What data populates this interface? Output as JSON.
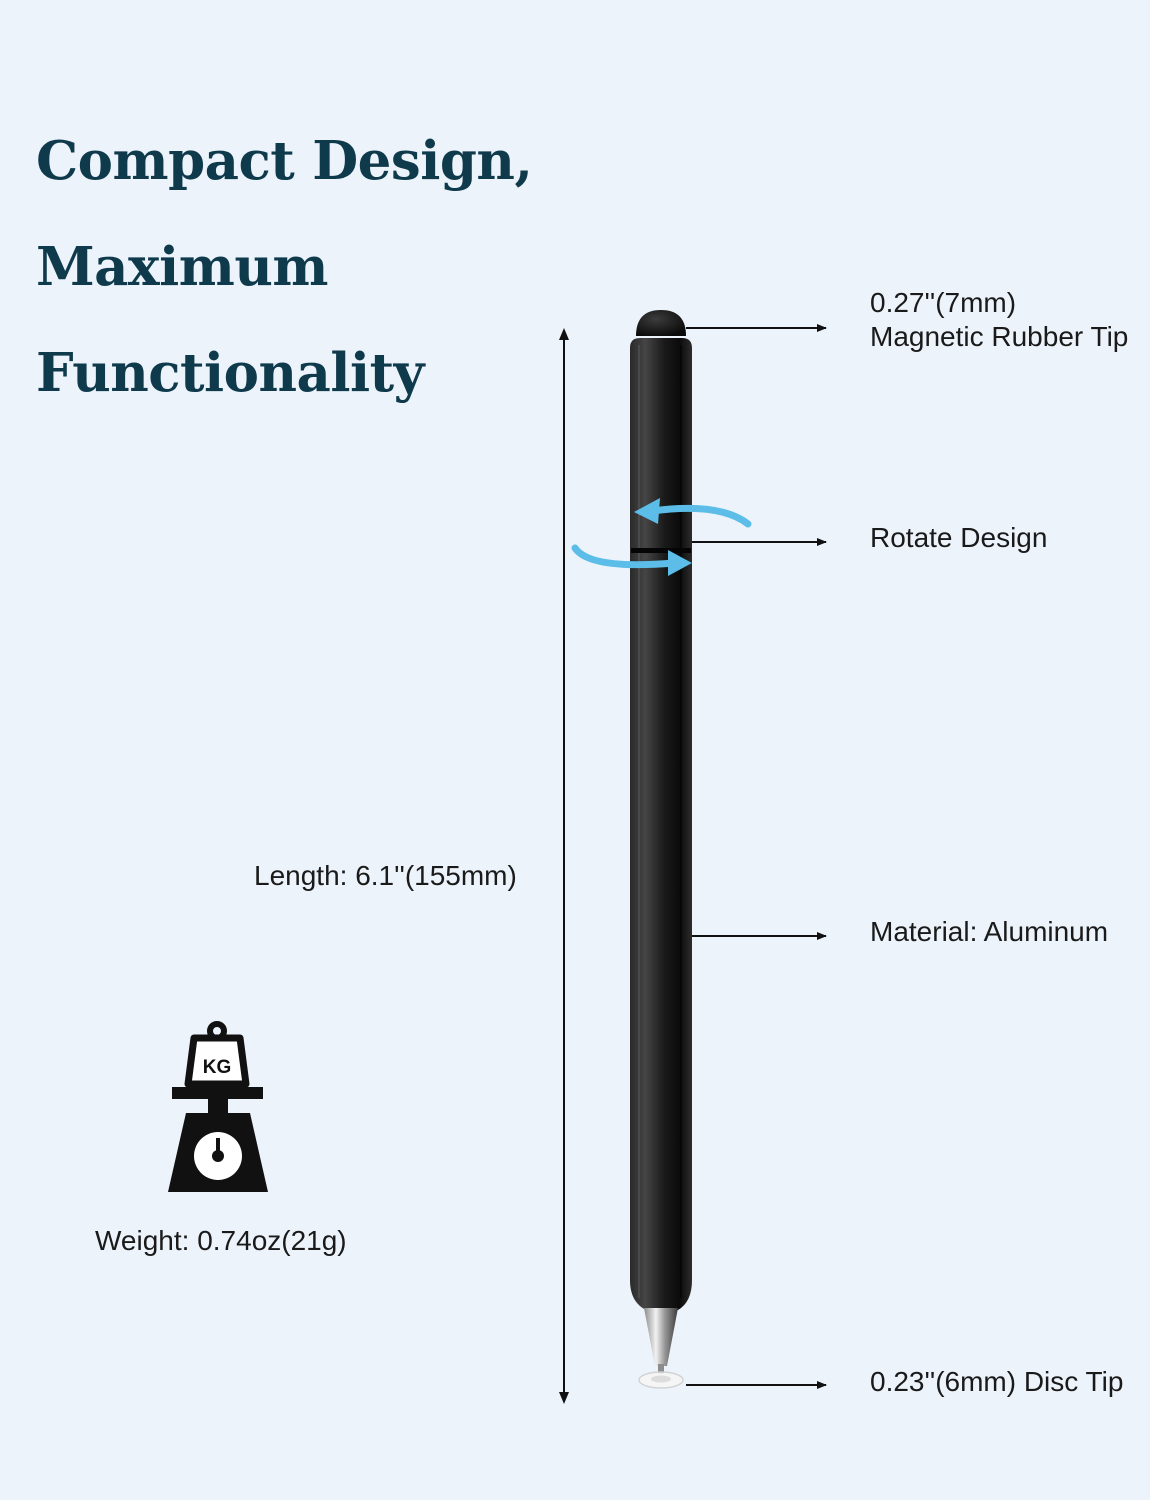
{
  "headline": {
    "line1": "Compact Design,",
    "line2": "Maximum",
    "line3": "Functionality"
  },
  "callouts": {
    "rubber_tip_size": "0.27''(7mm)",
    "rubber_tip_name": "Magnetic Rubber Tip",
    "rotate": "Rotate Design",
    "material": "Material: Aluminum",
    "disc_tip": "0.23''(6mm) Disc Tip"
  },
  "length": "Length: 6.1''(155mm)",
  "weight": {
    "icon_text": "KG",
    "label": "Weight: 0.74oz(21g)"
  },
  "colors": {
    "background": "#ecf3fb",
    "headline": "#0e3a4c",
    "pen": "#1c1c1c",
    "rotate_arrows": "#5bbde8"
  },
  "icons": [
    "weight-scale-icon",
    "rotate-arrows-icon"
  ]
}
